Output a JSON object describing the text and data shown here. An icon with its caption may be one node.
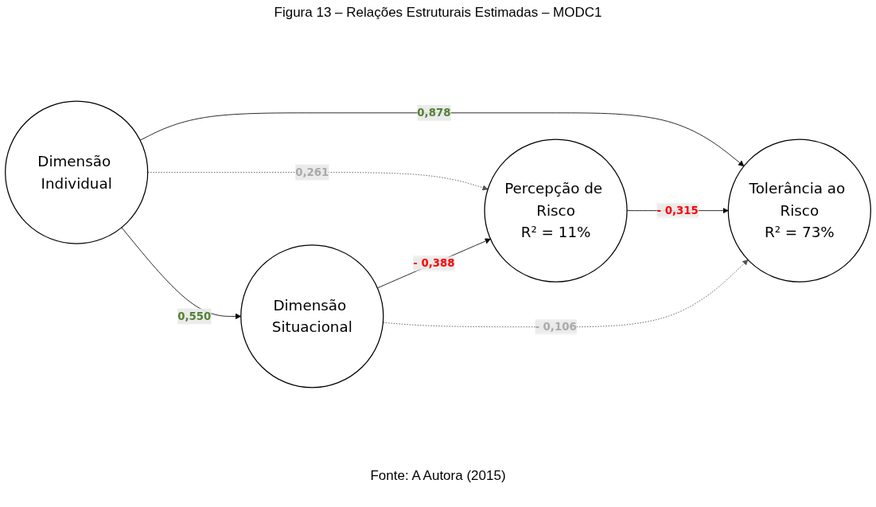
{
  "diagram": {
    "title": "Figura 13 – Relações Estruturais Estimadas – MODC1",
    "caption": "Fonte: A Autora (2015)",
    "nodes": [
      {
        "text": [
          "Dimensão Individual"
        ]
      },
      {
        "text": [
          "Percepção de Risco",
          "R² = 11%"
        ]
      },
      {
        "text": [
          "Tolerância ao Risco",
          "R² = 73%"
        ]
      },
      {
        "text": [
          "Dimensão Situacional"
        ]
      }
    ],
    "edges": [
      {
        "from": 0,
        "to": 2,
        "arrow": "to",
        "label": "0,878"
      },
      {
        "from": 0,
        "to": 1,
        "arrow": "to",
        "label": "0,261",
        "style": "dashed"
      },
      {
        "from": 0,
        "to": 3,
        "arrow": "to",
        "label": "0,550"
      },
      {
        "from": 1,
        "to": 2,
        "arrow": "to",
        "label": "- 0,315"
      },
      {
        "from": 3,
        "to": 1,
        "arrow": "to",
        "label": "- 0,388"
      },
      {
        "from": 3,
        "to": 2,
        "arrow": "to",
        "label": "- 0,106",
        "style": "dashed"
      }
    ]
  }
}
